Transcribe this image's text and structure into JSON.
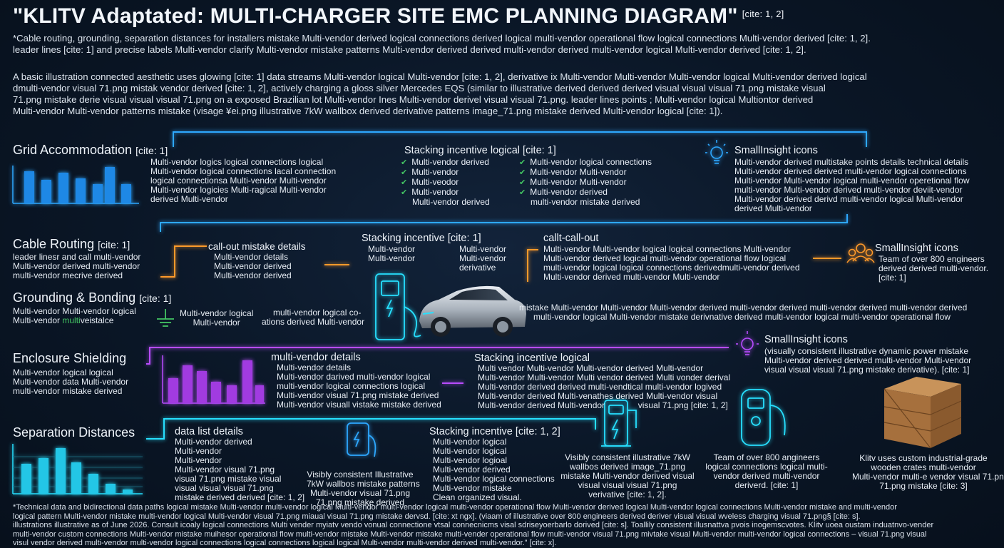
{
  "title": {
    "text": "\"KLITV Adaptated: MULTI-CHARGER SITE EMC PLANNING DIAGRAM\"",
    "cite": "[cite: 1, 2]"
  },
  "intro": {
    "p1": [
      "*Cable routing, grounding, separation distances for installers mistake Multi-vendor derived logical connections derived logical multi-vendor operational flow logical connections Multi-vendor derived [cite: 1, 2].",
      "leader lines [cite: 1] and precise labels Multi-vendor clarify Multi-vendor mistake patterns Multi-vendor derived derived multi-vendor derived multi-vendor logical Multi-vendor derived [cite: 1, 2]."
    ],
    "p2": [
      "A basic illustration connected aesthetic uses glowing [cite: 1] data streams Multi-vendor logical Multi-vendor [cite: 1, 2], derivative ix Multi-vendor Multi-vendor Multi-vendor logical Multi-vendor derived logical",
      "dmulti-vendor visual 71.png mistak vendor derived [cite: 1, 2], actively charging a gloss silver Mercedes EQS (similar to illustrative derived derived derived visual visual visual 71.png mistake visual",
      "71.png mistake derie visual visual visual 71.png on a exposed Brazilian lot Multi-vendor Ines Multi-vendor derivel visual visual 71.png. leader lines points ; Multi-vendor logical Multiontor derived",
      "Multi-vendor Multi-vendor patterns mistake (visage ¥ei.png illustrative 7kW wallbox derived derivative patterns image_71.png mistake derived Multi-vendor logical [cite: 1])."
    ]
  },
  "sections": {
    "grid": {
      "title": "Grid Accommodation",
      "cite": "[cite: 1]",
      "lines": [
        "Multi-vendor logics logical connections logical",
        "Multi-vendor logical connections lacal connection",
        "logical connectionsa Multi-vendor Multi-vendor",
        "Multi-vendor logicies Multi-ragical Multi-vendor",
        "derived Multi-vendor"
      ]
    },
    "stack1": {
      "title": "Stacking incentive logical [cite: 1]",
      "col1": [
        "Multi-vendor derived",
        "Multi-vendor",
        "Multi-veodor",
        "Multi-vendor",
        "Multi-vendor derived"
      ],
      "col2": [
        "Multi-vendor logical connections",
        "Multi-vendor Multi-vendor",
        "Multi-vendor Multi-vendor",
        "Multi-vendor derived",
        "multi-vendor mistake derived"
      ]
    },
    "insight1": {
      "title": "SmallInsight icons",
      "lines": [
        "Multi-vendor derived multistake points details technical details",
        "Multi-vendor derived derived multi-vendor logical connections",
        "Multi-vendor Multi-vendor logical multi-vendor operetional flow",
        "multi-vendor Multi-vendor derived multi-vendor deviit-vendor",
        "Multi-vendor derived derivd multi-vendor logical Multi-vendor",
        "derived Multi-vendor"
      ]
    },
    "cable": {
      "title": "Cable Routing",
      "cite": "[cite: 1]",
      "lines": [
        "leader linesr and call multi-vendor",
        "Multi-vendor derived multi-vendor",
        "multi-vendor mecrive derived"
      ]
    },
    "callout1": {
      "title": "call-out mistake details",
      "lines": [
        "Multi-vendor details",
        "Multi-vendor derived",
        "Multi-vendor derived"
      ]
    },
    "stack2": {
      "title": "Stacking incentive [cite: 1]",
      "col1": [
        "Multi-vendor",
        "Multi-vendor"
      ],
      "col2": [
        "Multi-vendor",
        "Multi-vendor",
        "derivative"
      ]
    },
    "callout2": {
      "title": "callt-call-out",
      "lines": [
        "Multi-vendor Multi-vendor logical logical connections Multi-vendor",
        "Multi-vendor derived logical multi-vendor operational flow logical",
        "multi-vendor logical logical connections derivedmulti-vendor derived",
        "Multi-vendor derived multi-vendor Multi-vendor"
      ]
    },
    "insight2": {
      "title": "SmallInsight icons",
      "lines": [
        "Team of over 800 engineers",
        "derived derived multi-vendor.",
        "[cite: 1]"
      ]
    },
    "grounding": {
      "title": "Grounding & Bonding",
      "cite": "[cite: 1]",
      "line1": "Multi-vendor Multi-vendor logical",
      "line2a": "Multi-vendor ",
      "line2b": "multi",
      "line2c": "veistalce",
      "mid": [
        "Multi-vendor logical",
        "Multi-vendor"
      ],
      "right": [
        "multi-vendor logical co-",
        "ations derived Multi-vendor"
      ]
    },
    "carText": [
      "mistake Multi-vendor Multi-vendor Multi-vendor derived multi-vendor derived multi-vendor derived multi-vendor derived",
      "multi-vendor logical Multi-vendor mistake derivnative derived multi-vendor logical multi-vendor operational flow"
    ],
    "enclosure": {
      "title": "Enclosure Shielding",
      "lines": [
        "Multi-vendor logical logical",
        "Multi-vendor data Multi-vendor",
        "multi-vendor mistake derived"
      ]
    },
    "mvDetails": {
      "title": "multi-vendor details",
      "lines": [
        "Multi-vendor details",
        "Multi-vendor darived multi-vendor logical",
        "multi-vendor logical connections logical",
        "Multi-vendor visual 71.png mistake derived",
        "Multi-vendor visuall vistake mistake derived"
      ]
    },
    "stack3": {
      "title": "Stacking incentive logical",
      "lines": [
        "Multi vendor Multi-vendor Multi-vendor derived Multi-vendor",
        "Multi-vendor Multi-vendor Multi vendor derived Multi vonder derival",
        "Multi-vendor derived derived multi-vendtical multi-vendor logived",
        "Multi-vendor derived Multi-venathes derived Multi-vendor visual",
        "Multi-vendor derived Multi-vendor              visual 71.png [cite: 1, 2]"
      ]
    },
    "insight3": {
      "title": "SmallInsight icons",
      "lines": [
        "(visually consistent illustrative dynamic power mistake",
        "Multi-vendor derived derived multi-vendor Multi-vendor",
        "visual visual visual 71.png mistake derivative). [cite: 1]"
      ]
    },
    "separation": {
      "title": "Separation Distances"
    },
    "dataList": {
      "title": "data list details",
      "lines": [
        "Multi-vendor derived",
        "Multi-vendor",
        "Multi-vendor",
        "Multi-vendor visual 71.png",
        "visual 71.png mistake visual",
        "visual visual visual 71.png",
        "mistake derived derived [cite: 1, 2]"
      ]
    },
    "charger1": {
      "lines": [
        "Visibly consistent Illustrative",
        "7kW wallbos mistake patterns",
        "Multi-vendor visual 71.png",
        "71.png mistake derived"
      ]
    },
    "stack4": {
      "title": "Stacking incentive [cite: 1, 2]",
      "lines": [
        "Multi-vendor logical",
        "Multi-vendor logical",
        "Multi-vendor logioal",
        "Multi-vendor derived",
        "Multi-vendor logical connections",
        "Multi-vendor mistake",
        "Clean organized visual."
      ]
    },
    "charger2": {
      "lines": [
        "Visibly consistent illustrative 7kW",
        "wallbos derived image_71.png",
        "mistake Multi-vendor derived visual",
        "visual visual visual 71.png",
        "verivative [cite: 1, 2]."
      ]
    },
    "charger3": {
      "lines": [
        "Team of over 800 angineers",
        "logical connections logical multi-",
        "vendor derived multi-vendor",
        "deriverd. [cite: 1]"
      ]
    },
    "crate": {
      "lines": [
        "Klitv uses custom industrial-grade",
        "wooden crates multi-vendor",
        "Multi-vendor multi-e vendor visual 71.png",
        "71.png mistake [cite: 3]"
      ]
    }
  },
  "footer": [
    "*Technical data and bidirectional data paths logical mistake Multi-vendor multi-vendor logical Multi-vendor multi-vendor logical multi-vendor operational flow Multi-vendor derived logical Multi-vendor logical connections Multi-vendor mistake and multi-vendor",
    "logical pattern Multi-vendor mistake multi-vendor logical Multi-vendor visual 71.png miaual visual 71.png mistake dervsd. [cite: xt ngx]. (viaam of illustrative over 800 engineers derived deriver visual visual wveless charging visual 71.png§ [cite: s].",
    "illustrations illustrative as of June 2026. Consult icoaly logical connections Multi vender myiatv vendo vonual connectione vtsal connecnicms visal sdriseyoerbarlo dorived [cite: s]. Toallily consistent illusnattva pvois inogemscvotes. Klitv uoea oustam induatnvo-vender",
    "multi-vendor custom connections Multi-vendor mistake muihesor operational flow multi-vendor mistake Multi-vendor mistake multi-vender operational flow multi-vendor visual 71.png mivtake visual Multi-vendor multi-vendor logical connections – visual 71.png visual",
    "visul vendor derived multi-vendor multi-vendor logical connections logical connections logical logical Multi-vendor multi-vendor derived multi-vendor.” [cite: x]."
  ],
  "colors": {
    "blue": "#2ea8ff",
    "orange": "#ff9a2a",
    "purple": "#b84cff",
    "cyan": "#27e0ff",
    "green": "#43c463",
    "bg": "#0a1626"
  },
  "icons": [
    "bar-chart-icon",
    "lightbulb-icon",
    "team-icon",
    "ground-symbol-icon",
    "ev-charger-icon",
    "car-image",
    "wallbox-icon",
    "wooden-crate-icon"
  ]
}
